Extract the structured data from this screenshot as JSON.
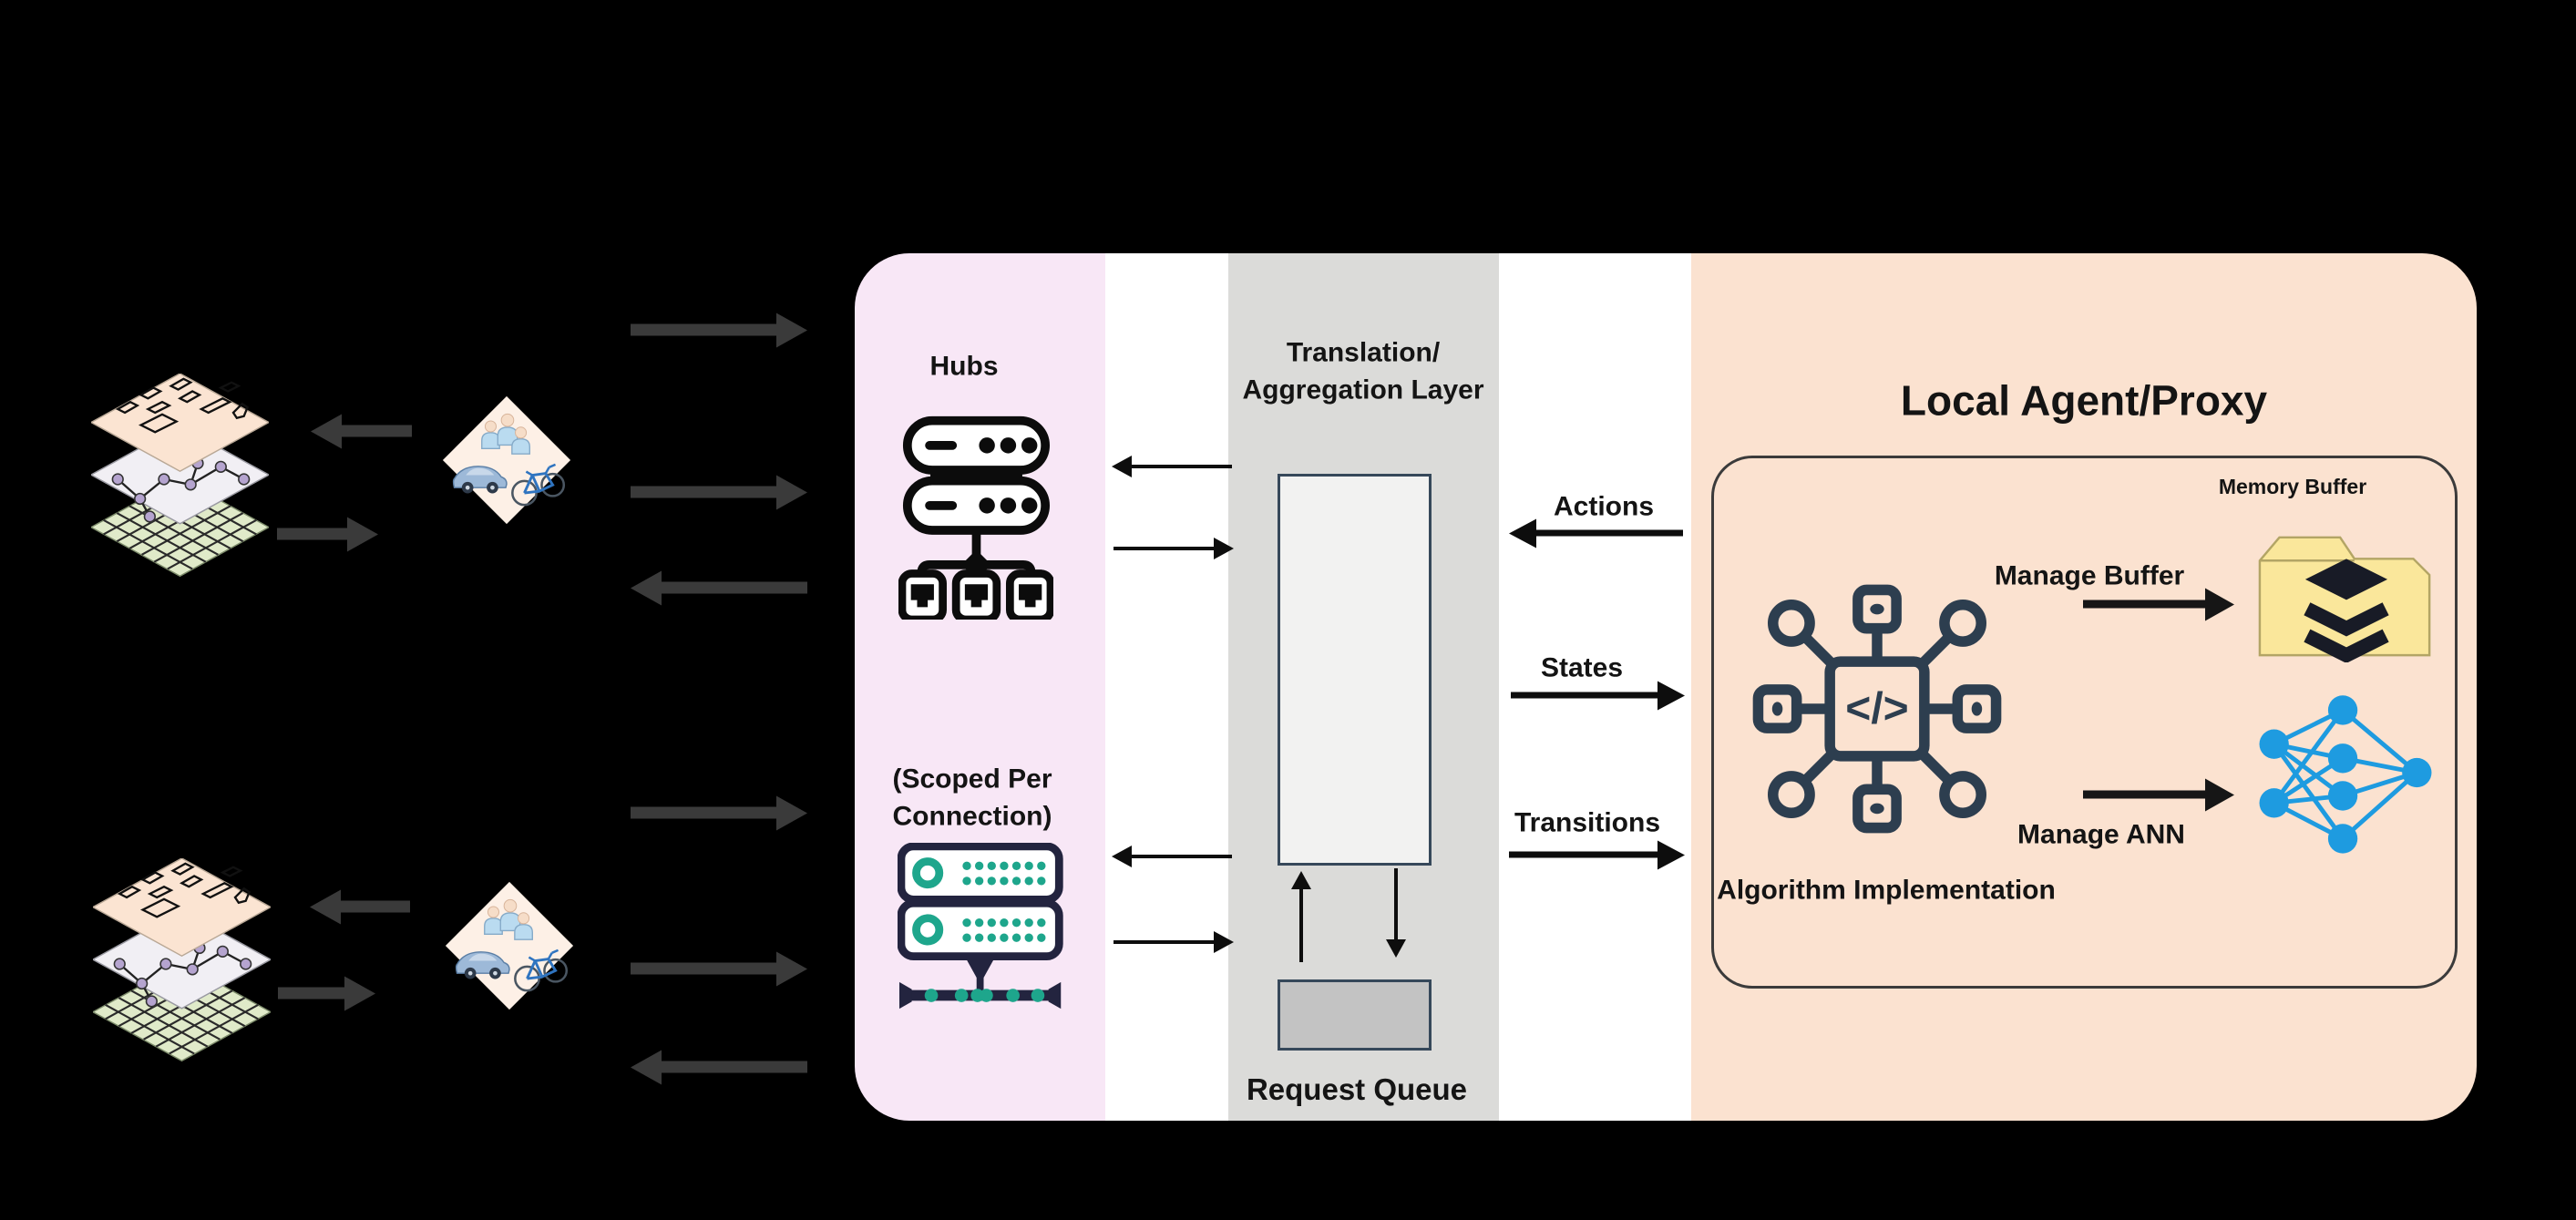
{
  "diagram": {
    "hubs_panel": {
      "title": "Hubs",
      "scoped_line1": "(Scoped Per",
      "scoped_line2": "Connection)"
    },
    "translation_panel": {
      "title_line1": "Translation/",
      "title_line2": "Aggregation Layer",
      "queue_label": "Request Queue"
    },
    "agent_panel": {
      "title": "Local Agent/Proxy",
      "memory_buffer_label": "Memory Buffer",
      "manage_buffer_label": "Manage Buffer",
      "manage_ann_label": "Manage ANN",
      "algorithm_label": "Algorithm Implementation"
    },
    "flow_labels": {
      "actions": "Actions",
      "states": "States",
      "transitions": "Transitions"
    },
    "code_glyph": "</>",
    "colors": {
      "background": "#000000",
      "hubs_panel": "#f8e7f6",
      "translation_panel": "#dbdbd9",
      "gap_band": "#ffffff",
      "agent_panel": "#fbe2d0",
      "arrow_gray": "#3a3a3a",
      "queue_fill": "#f2f2f1",
      "request_box_fill": "#c3c3c3",
      "navy": "#23243f",
      "teal": "#1ea68c",
      "slate": "#2d3e4f",
      "ann_blue": "#1e9be0",
      "folder_yellow": "#fae79b"
    }
  }
}
